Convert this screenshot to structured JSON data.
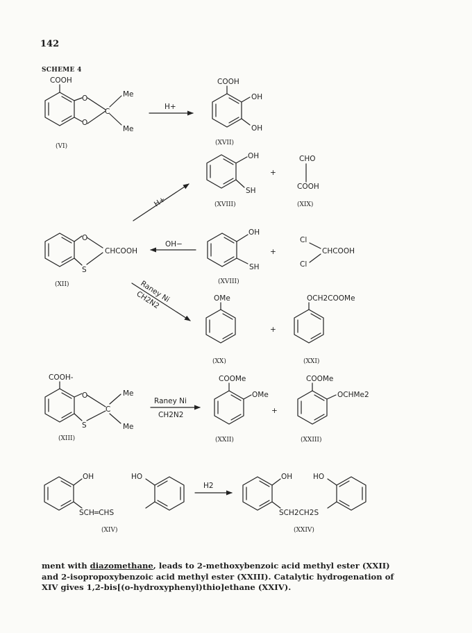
{
  "page_number": "142",
  "scheme_title": "SCHEME 4",
  "labels": {
    "cooh": "COOH",
    "cooh_dot": "COOH-",
    "oh": "OH",
    "ho": "HO",
    "sh": "SH",
    "me": "Me",
    "ome": "OMe",
    "o": "O",
    "s": "S",
    "c": "C",
    "cho": "CHO",
    "coome": "COOMe",
    "ochme2": "OCHMe2",
    "och2coome": "OCH2COOMe",
    "chcooh": "CHCOOH",
    "cl": "Cl",
    "sch_chs": "SCH═CHS",
    "sch2ch2s": "SCH2CH2S",
    "plus": "+"
  },
  "reagents": {
    "h_plus": "H+",
    "oh_minus": "OH−",
    "raney_ni": "Raney Ni",
    "ch2n2": "CH2N2",
    "h2": "H2"
  },
  "compounds": {
    "vi": "(VI)",
    "xvii": "(XVII)",
    "xviii_a": "(XVIII)",
    "xix": "(XIX)",
    "xii": "(XII)",
    "xviii_b": "(XVIII)",
    "xx": "(XX)",
    "xxi": "(XXI)",
    "xiii": "(XIII)",
    "xxii": "(XXII)",
    "xxiii": "(XXIII)",
    "xiv": "(XIV)",
    "xxiv": "(XXIV)"
  },
  "body": {
    "line1_pre": "ment with ",
    "line1_ul": "diazomethane",
    "line1_post": ", leads to 2-methoxybenzoic acid methyl ester (XXII)",
    "line2": "and 2-isopropoxybenzoic acid methyl ester (XXIII). Catalytic hydrogenation of",
    "line3": "XIV gives 1,2-bis[(o-hydroxyphenyl)thio]ethane (XXIV)."
  }
}
